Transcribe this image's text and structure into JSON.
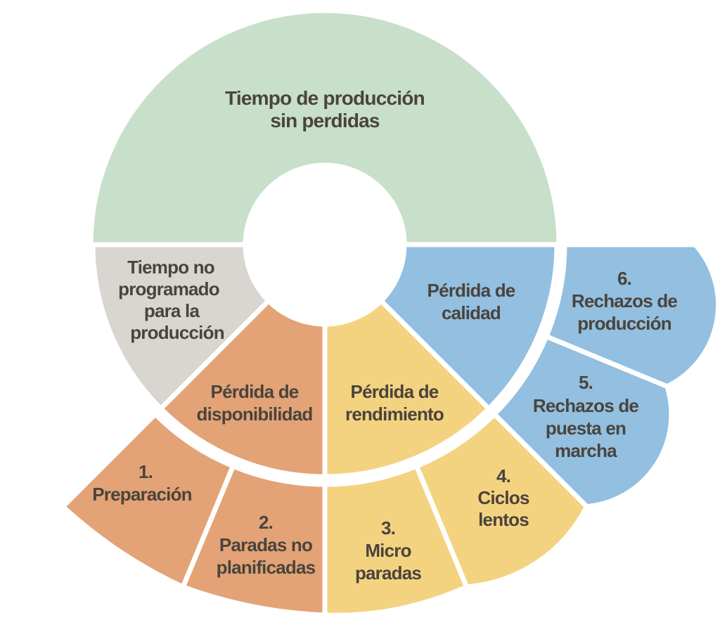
{
  "colors": {
    "background": "#ffffff",
    "green": "#c8dfca",
    "gray": "#d9d6d1",
    "orange": "#e3a376",
    "yellow": "#f4d380",
    "blue": "#93bfe0",
    "text": "#4a443d",
    "divider": "#ffffff"
  },
  "ring": {
    "production": {
      "lines": [
        "Tiempo de producción",
        "sin perdidas"
      ]
    },
    "unscheduled": {
      "lines": [
        "Tiempo no",
        "programado",
        "para la",
        "producción"
      ]
    },
    "availability": {
      "lines": [
        "Pérdida de",
        "disponibilidad"
      ]
    },
    "performance": {
      "lines": [
        "Pérdida de",
        "rendimiento"
      ]
    },
    "quality": {
      "lines": [
        "Pérdida de",
        "calidad"
      ]
    }
  },
  "losses": [
    {
      "num": "1.",
      "lines": [
        "Preparación"
      ]
    },
    {
      "num": "2.",
      "lines": [
        "Paradas no",
        "planificadas"
      ]
    },
    {
      "num": "3.",
      "lines": [
        "Micro",
        "paradas"
      ]
    },
    {
      "num": "4.",
      "lines": [
        "Ciclos",
        "lentos"
      ]
    },
    {
      "num": "5.",
      "lines": [
        "Rechazos de",
        "puesta en",
        "marcha"
      ]
    },
    {
      "num": "6.",
      "lines": [
        "Rechazos de",
        "producción"
      ]
    }
  ]
}
